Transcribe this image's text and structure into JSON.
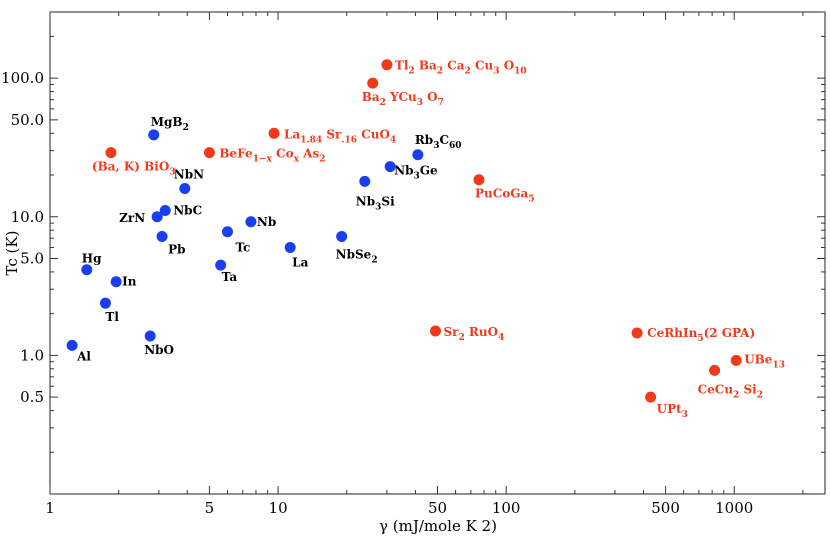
{
  "chart_data": {
    "type": "scatter",
    "title": "",
    "xlabel": "γ (mJ/mole K 2)",
    "ylabel": "Tc (K)",
    "xscale": "log",
    "yscale": "log",
    "xlim": [
      1,
      2500
    ],
    "ylim": [
      0.1,
      300
    ],
    "grid": false,
    "x_ticks": [
      {
        "value": 1,
        "label": "1"
      },
      {
        "value": 5,
        "label": "5"
      },
      {
        "value": 10,
        "label": "10"
      },
      {
        "value": 50,
        "label": "50"
      },
      {
        "value": 100,
        "label": "100"
      },
      {
        "value": 500,
        "label": "500"
      },
      {
        "value": 1000,
        "label": "1000"
      }
    ],
    "y_ticks": [
      {
        "value": 0.5,
        "label": "0.5"
      },
      {
        "value": 1,
        "label": "1.0"
      },
      {
        "value": 5,
        "label": "5.0"
      },
      {
        "value": 10,
        "label": "10.0"
      },
      {
        "value": 50,
        "label": "50.0"
      },
      {
        "value": 100,
        "label": "100.0"
      }
    ],
    "colors": {
      "conventional": "#1a3ff0",
      "unconventional": "#f03a1a"
    },
    "series": [
      {
        "group": "conventional",
        "color": "#1a3ff0",
        "points": [
          {
            "label": "Al",
            "x": 1.25,
            "y": 1.18
          },
          {
            "label": "Hg",
            "x": 1.45,
            "y": 4.15
          },
          {
            "label": "Tl",
            "x": 1.75,
            "y": 2.38
          },
          {
            "label": "In",
            "x": 1.95,
            "y": 3.4
          },
          {
            "label": "NbO",
            "x": 2.75,
            "y": 1.38
          },
          {
            "label": "MgB2",
            "x": 2.85,
            "y": 39
          },
          {
            "label": "ZrN",
            "x": 2.95,
            "y": 10
          },
          {
            "label": "NbC",
            "x": 3.2,
            "y": 11.1
          },
          {
            "label": "Pb",
            "x": 3.1,
            "y": 7.2
          },
          {
            "label": "NbN",
            "x": 3.9,
            "y": 16
          },
          {
            "label": "Ta",
            "x": 5.6,
            "y": 4.48
          },
          {
            "label": "Tc",
            "x": 6.0,
            "y": 7.8
          },
          {
            "label": "Nb",
            "x": 7.6,
            "y": 9.2
          },
          {
            "label": "La",
            "x": 11.3,
            "y": 6.0
          },
          {
            "label": "NbSe2",
            "x": 19,
            "y": 7.2
          },
          {
            "label": "Nb3Si",
            "x": 24,
            "y": 18
          },
          {
            "label": "Nb3Ge",
            "x": 31,
            "y": 23
          },
          {
            "label": "Rb3C60",
            "x": 41,
            "y": 28
          }
        ]
      },
      {
        "group": "unconventional",
        "color": "#f03a1a",
        "points": [
          {
            "label": "(Ba, K) BiO3",
            "x": 1.85,
            "y": 29
          },
          {
            "label": "BeFe1−x Cox As2",
            "x": 5.0,
            "y": 29
          },
          {
            "label": "La1.84 Sr.16 CuO4",
            "x": 9.6,
            "y": 40
          },
          {
            "label": "Tl2 Ba2 Ca2 Cu3 O10",
            "x": 30,
            "y": 125
          },
          {
            "label": "Ba2 YCu3 O7",
            "x": 26,
            "y": 92
          },
          {
            "label": "PuCoGa5",
            "x": 76,
            "y": 18.5
          },
          {
            "label": "Sr2 RuO4",
            "x": 49,
            "y": 1.5
          },
          {
            "label": "CeRhIn5(2 GPA)",
            "x": 375,
            "y": 1.45
          },
          {
            "label": "UBe13",
            "x": 1020,
            "y": 0.92
          },
          {
            "label": "CeCu2 Si2",
            "x": 820,
            "y": 0.78
          },
          {
            "label": "UPt3",
            "x": 430,
            "y": 0.5
          }
        ]
      }
    ]
  }
}
